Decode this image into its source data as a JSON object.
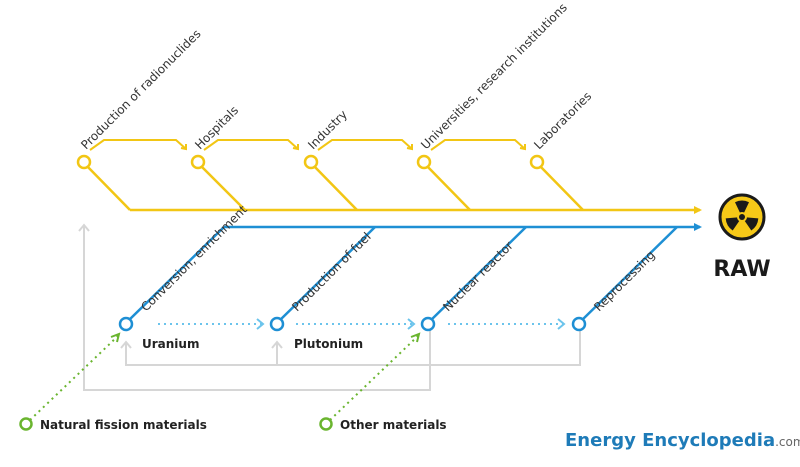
{
  "colors": {
    "yellow": "#f2c614",
    "blue": "#1e8fd4",
    "lightblue": "#6cc4ec",
    "gray": "#d6d6d6",
    "green": "#6ab52f",
    "text": "#333333",
    "brand": "#1e7bb8"
  },
  "yellow_nodes": [
    "Production of radionuclides",
    "Hospitals",
    "Industry",
    "Universities, research institutions",
    "Laboratories"
  ],
  "blue_nodes": [
    "Conversion, enrichment",
    "Production of fuel",
    "Nuclear reactor",
    "Reprocessing"
  ],
  "materials": {
    "uranium": "Uranium",
    "plutonium": "Plutonium"
  },
  "sources": {
    "natural": "Natural fission materials",
    "other": "Other materials"
  },
  "raw": {
    "label": "RAW",
    "icon": "radiation-icon"
  },
  "brand": {
    "name": "Energy Encyclopedia",
    "suffix": ".com"
  }
}
